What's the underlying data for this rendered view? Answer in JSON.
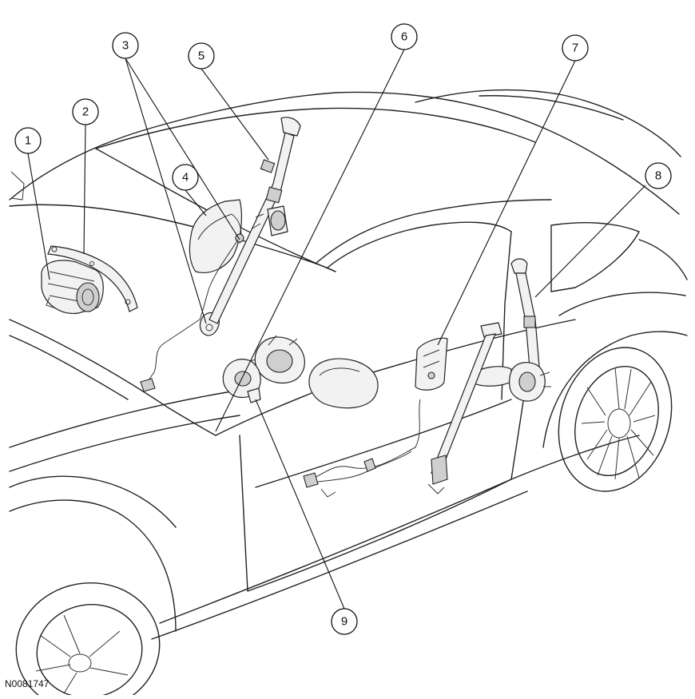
{
  "figure": {
    "id": "N0081747"
  },
  "callouts": [
    {
      "label": "1"
    },
    {
      "label": "2"
    },
    {
      "label": "3"
    },
    {
      "label": "4"
    },
    {
      "label": "5"
    },
    {
      "label": "6"
    },
    {
      "label": "7"
    },
    {
      "label": "8"
    },
    {
      "label": "9"
    }
  ]
}
